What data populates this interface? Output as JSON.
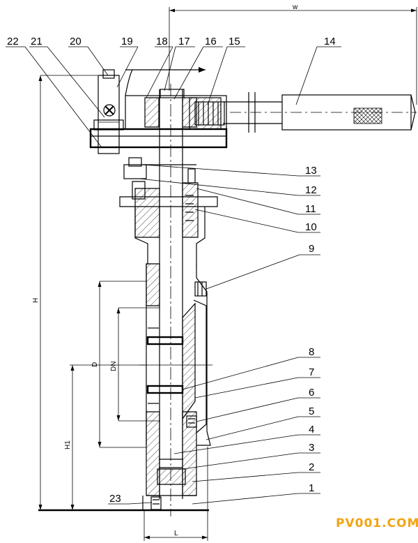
{
  "part_labels": [
    "1",
    "2",
    "3",
    "4",
    "5",
    "6",
    "7",
    "8",
    "9",
    "10",
    "11",
    "12",
    "13",
    "14",
    "15",
    "16",
    "17",
    "18",
    "19",
    "20",
    "21",
    "22",
    "23"
  ],
  "dimensions": {
    "w": "w",
    "h": "H",
    "d": "D",
    "dn": "DN",
    "h1": "H1",
    "l": "L"
  },
  "watermark": "PV001.COM",
  "colors": {
    "line": "#000000",
    "watermark": "#f2a413"
  }
}
